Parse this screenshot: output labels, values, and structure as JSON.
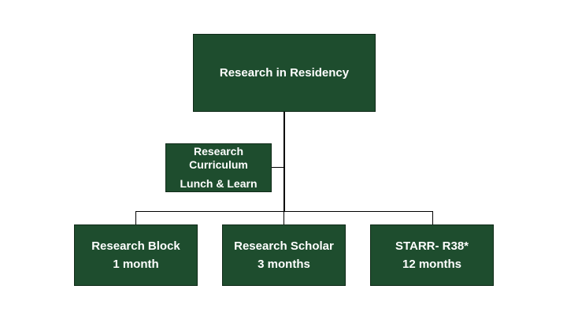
{
  "colors": {
    "node_fill": "#1e4d2e",
    "connector": "#000000",
    "text": "#ffffff",
    "background": "#ffffff"
  },
  "root": {
    "label": "Research in Residency"
  },
  "side_node": {
    "line1": "Research",
    "line2": "Curriculum",
    "line3": "Lunch & Learn"
  },
  "children": [
    {
      "title": "Research Block",
      "duration": "1 month"
    },
    {
      "title": "Research Scholar",
      "duration": "3 months"
    },
    {
      "title": "STARR- R38*",
      "duration": "12 months"
    }
  ]
}
